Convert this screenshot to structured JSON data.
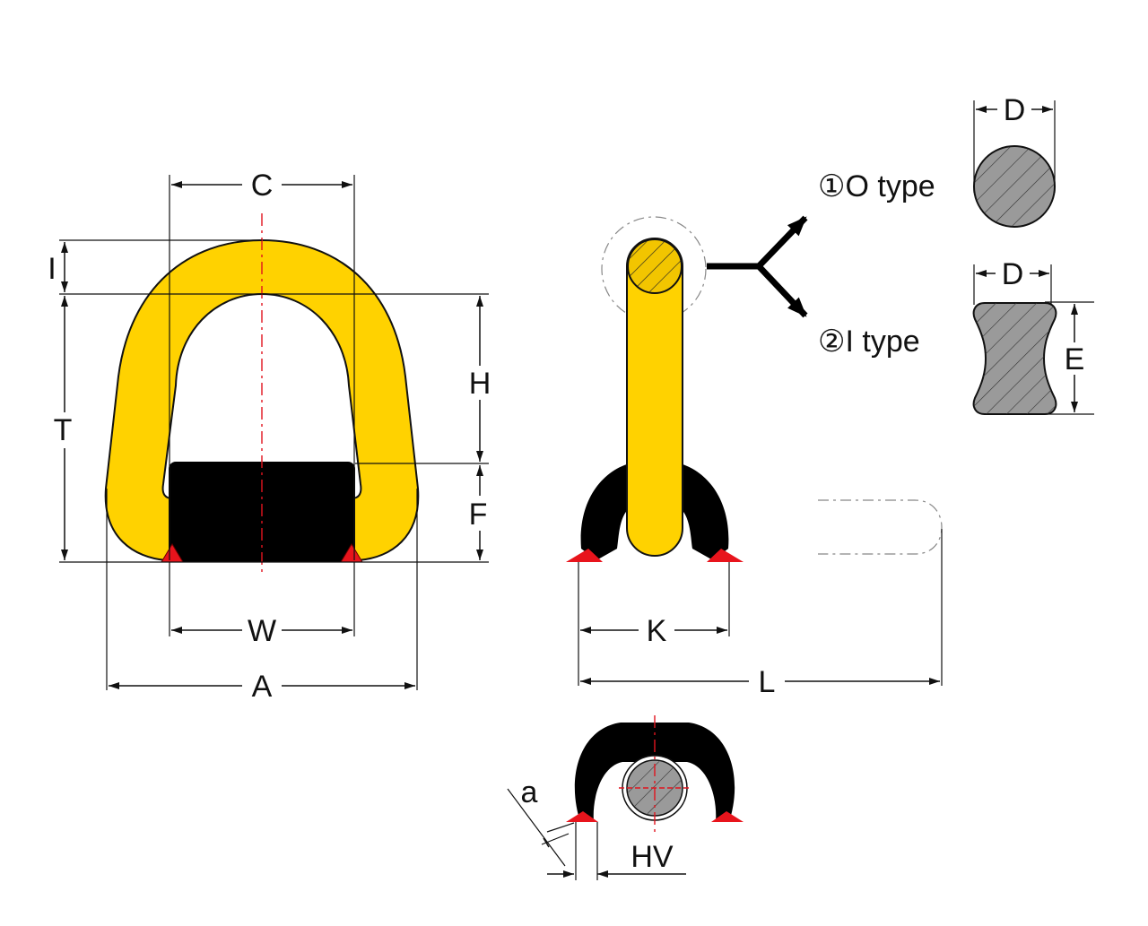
{
  "colors": {
    "ring": "#ffd200",
    "block": "#000000",
    "weld": "#e8141c",
    "section": "#9a9a9a",
    "centerline": "#e0141e"
  },
  "labels": {
    "C": "C",
    "I": "I",
    "T": "T",
    "H": "H",
    "F": "F",
    "W": "W",
    "A": "A",
    "K": "K",
    "L": "L",
    "a": "a",
    "HV": "HV",
    "D_top": "D",
    "D_bottom": "D",
    "E": "E"
  },
  "types": {
    "o_type": "①O type",
    "i_type": "②I type"
  }
}
